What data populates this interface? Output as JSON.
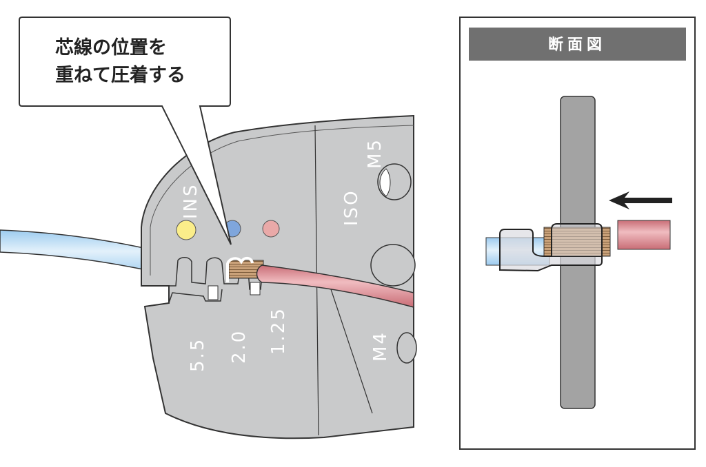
{
  "callout": {
    "line1": "芯線の位置を",
    "line2": "重ねて圧着する"
  },
  "tool_labels": {
    "ins": "INS",
    "iso": "ISO",
    "m5": "M5",
    "m4": "M4",
    "size_55": "5.5",
    "size_20": "2.0",
    "size_125": "1.25"
  },
  "cross_section": {
    "title": "断面図"
  },
  "colors": {
    "tool": "#c9cacb",
    "wire_blue": "#bcdcf2",
    "wire_red": "#d98a90",
    "copper": "#c9a47a",
    "header": "#707070",
    "dot_yellow": "#fbee8a",
    "dot_blue": "#7fa6dc",
    "dot_red": "#e9a9a8"
  }
}
